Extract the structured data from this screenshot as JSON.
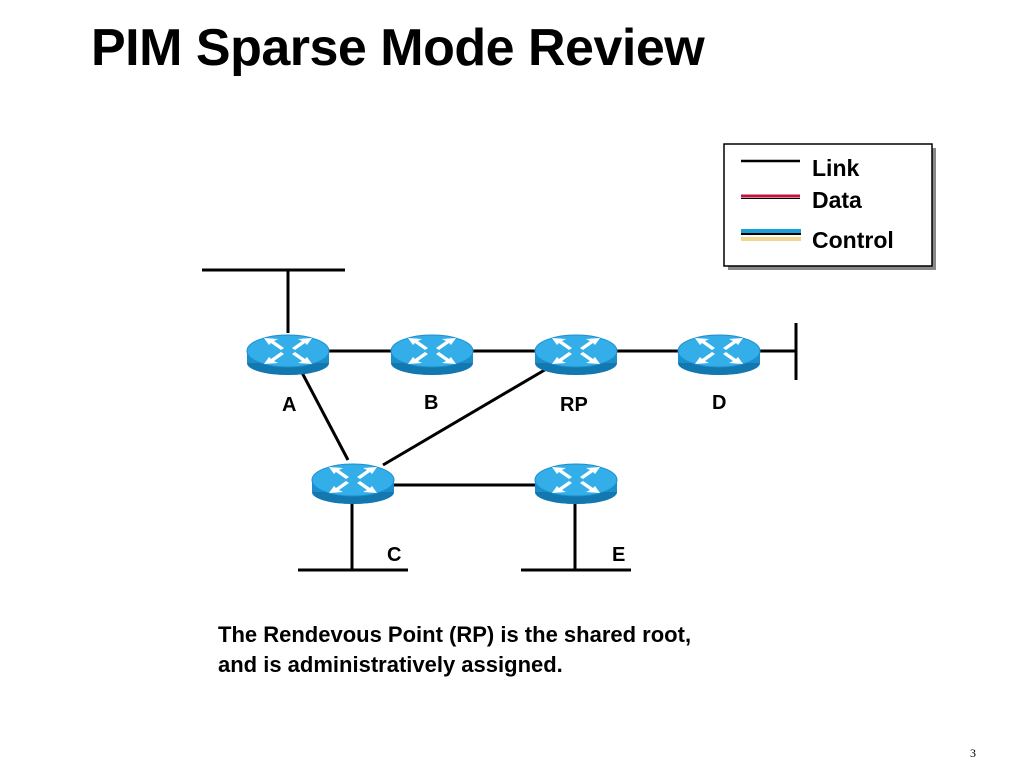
{
  "title": "PIM Sparse Mode Review",
  "legend": {
    "link": {
      "label": "Link",
      "color": "#000000"
    },
    "data": {
      "label": "Data",
      "color": "#c0143c"
    },
    "control": {
      "label": "Control",
      "colors": [
        "#1aa0d8",
        "#f0d890"
      ]
    }
  },
  "routers": {
    "A": "A",
    "B": "B",
    "RP": "RP",
    "D": "D",
    "C": "C",
    "E": "E"
  },
  "router_colors": {
    "body": "#1b8fce",
    "top": "#33aee8",
    "arrows": "#ffffff"
  },
  "caption": {
    "line1": "The Rendevous Point (RP) is the shared root,",
    "line2": "and is administratively assigned."
  },
  "page_number": "3"
}
